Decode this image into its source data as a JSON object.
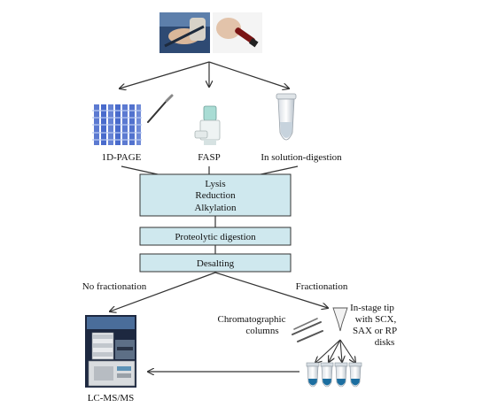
{
  "methods": {
    "gel": "1D-PAGE",
    "fasp": "FASP",
    "solution": "In solution-digestion"
  },
  "steps": {
    "lysis_box": [
      "Lysis",
      "Reduction",
      "Alkylation"
    ],
    "digestion": "Proteolytic digestion",
    "desalting": "Desalting"
  },
  "branches": {
    "left": "No fractionation",
    "right": "Fractionation"
  },
  "columns_label": [
    "Chromatographic",
    "columns"
  ],
  "tip_label": [
    "In-stage tip",
    "with SCX,",
    "SAX or RP",
    "disks"
  ],
  "instrument": "LC-MS/MS",
  "colors": {
    "box_fill": "#cfe8ee",
    "box_stroke": "#333333",
    "gel_blue": "#3f63c9",
    "arrow": "#333333"
  },
  "icons": {
    "sample_photo": "tissue-biopsy-photo",
    "blood_tube_photo": "blood-tube-photo",
    "gel": "sds-page-gel-icon",
    "scalpel": "scalpel-icon",
    "filter_unit": "fasp-filter-icon",
    "tube": "microcentrifuge-tube-icon",
    "columns": "chromatographic-columns-icon",
    "tip": "stage-tip-icon",
    "fraction_tubes": "fraction-tubes-icon",
    "instrument": "lc-ms-instrument-icon"
  }
}
